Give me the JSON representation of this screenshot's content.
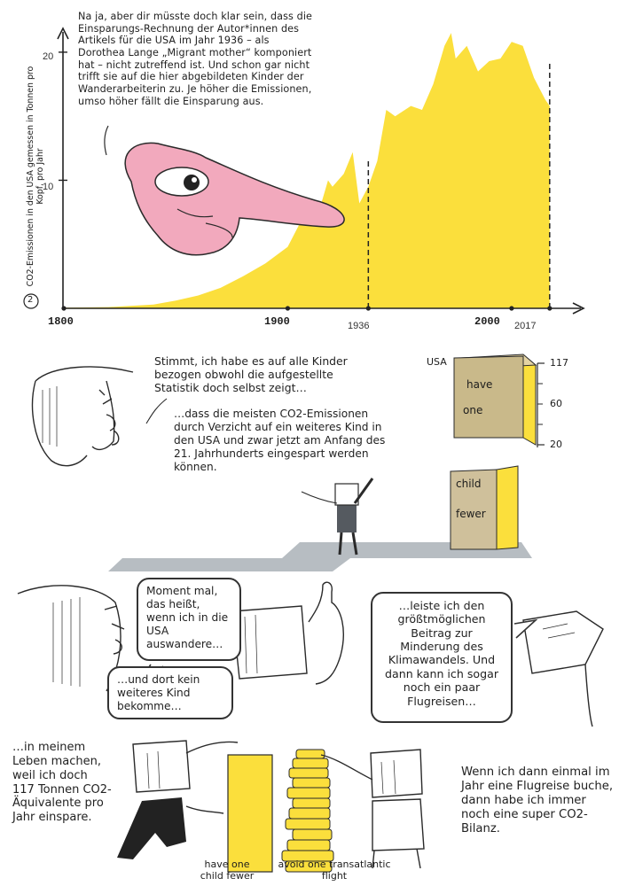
{
  "panel1": {
    "speech": "Na ja, aber dir müsste doch klar sein, dass die Einsparungs-Rechnung der Autor*innen des Artikels für die USA im Jahr 1936 – als Dorothea Lange „Migrant mother“ komponiert hat – nicht zutreffend ist. Und schon gar nicht trifft sie auf die hier abgebildeten Kinder der Wanderarbeiterin zu. Je höher die Emissionen, umso höher fällt die Einsparung aus.",
    "figure_number": "2",
    "colors": {
      "area": "#fbdf3c",
      "finger": "#f2a9bd",
      "ink": "#222222"
    }
  },
  "chart_data": {
    "type": "area",
    "ylabel": "CO2-Emissionen in den USA gemessen in Tonnen pro Kopf, pro Jahr",
    "x_ticks": [
      "1800",
      "1900",
      "1936",
      "2000",
      "2017"
    ],
    "y_ticks": [
      "10",
      "20"
    ],
    "xlim": [
      1800,
      2025
    ],
    "ylim": [
      0,
      22
    ],
    "markers": [
      1936,
      2017
    ],
    "x": [
      1800,
      1820,
      1840,
      1850,
      1860,
      1870,
      1880,
      1890,
      1900,
      1905,
      1910,
      1915,
      1918,
      1920,
      1925,
      1929,
      1932,
      1936,
      1940,
      1944,
      1948,
      1955,
      1960,
      1965,
      1970,
      1973,
      1975,
      1980,
      1985,
      1990,
      1995,
      2000,
      2005,
      2010,
      2015,
      2017
    ],
    "values": [
      0.05,
      0.1,
      0.3,
      0.6,
      1.0,
      1.6,
      2.5,
      3.5,
      4.8,
      6.5,
      7.5,
      8.2,
      10.0,
      9.5,
      10.5,
      12.2,
      8.2,
      9.5,
      11.5,
      15.5,
      15.0,
      15.8,
      15.5,
      17.5,
      20.5,
      21.5,
      19.5,
      20.5,
      18.5,
      19.3,
      19.5,
      20.8,
      20.5,
      18.0,
      16.3,
      15.8
    ]
  },
  "panel2": {
    "speech_1": "Stimmt, ich habe es auf alle Kinder bezogen obwohl die aufgestellte Statistik doch selbst zeigt…",
    "speech_2": "…dass die meisten CO2-Emissionen durch Verzicht auf ein weiteres Kind in den USA und zwar jetzt am Anfang des 21. Jahrhunderts eingespart werden können.",
    "country": "USA",
    "block_top": [
      "have",
      "one"
    ],
    "block_bottom": [
      "child",
      "fewer"
    ],
    "scale_ticks": [
      "117",
      "60",
      "20"
    ],
    "colors": {
      "block_top": "#c9b98a",
      "block_bottom": "#fbdf3c",
      "shadow": "#b7bdc2"
    }
  },
  "panel3": {
    "bubble_1": "Moment mal, das heißt, wenn ich in die USA auswandere…",
    "bubble_2": "…und dort kein weiteres Kind bekomme…",
    "bubble_3": "…leiste ich den größtmöglichen Beitrag zur Minderung des Klimawandels. Und dann kann ich sogar noch ein paar Flugreisen…"
  },
  "panel4": {
    "left_text": "…in meinem Leben machen, weil ich doch 117 Tonnen CO2-Äquivalente pro Jahr einspare.",
    "right_text": "Wenn ich dann einmal im Jahr eine Flugreise buche, dann habe ich immer noch eine super CO2-Bilanz.",
    "caption_left": "have one child fewer",
    "caption_right": "avoid one transatlantic flight"
  }
}
